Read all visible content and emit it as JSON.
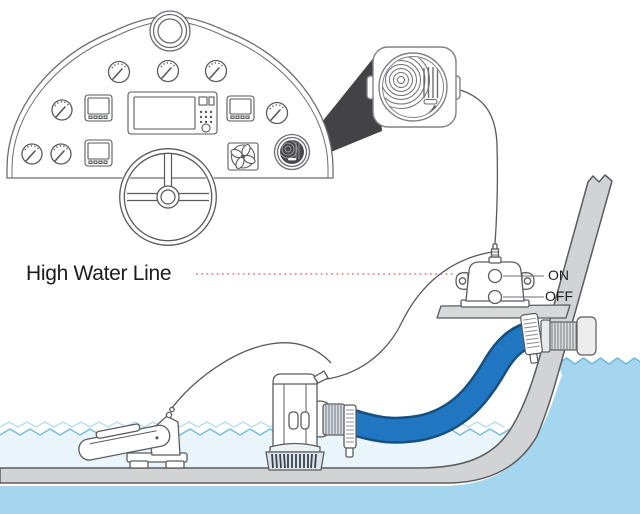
{
  "title": "Bilge pump installation diagram",
  "labels": {
    "high_water_line": "High Water Line",
    "switch_on": "ON",
    "switch_off": "OFF"
  },
  "colors": {
    "outline_gray": "#5b5c5f",
    "hull_gray": "#d2d3d5",
    "sea_water_blue": "#a5d6ef",
    "sea_wave_edge": "#70b8de",
    "bilge_water_blue": "#e9f4fb",
    "bilge_wave_edge": "#78bede",
    "hose_blue": "#2176c1",
    "hose_outline": "#17507f",
    "high_water_line_red": "#ee8d8d",
    "callout_beam_dark": "#434345",
    "label_text": "#1c1c1c"
  },
  "components": [
    "helm-console",
    "compass-pod",
    "round-gauge",
    "display-screen",
    "chartplotter-unit",
    "vent-fan",
    "steering-wheel",
    "panel-buzzer-icon",
    "buzzer-callout",
    "alarm-wire",
    "high-water-line-marker",
    "automatic-float-switch",
    "bilge-pump",
    "strainer-base",
    "discharge-hose",
    "hose-clamp",
    "thru-hull-fitting",
    "pump-switch",
    "switch-shelf",
    "hull",
    "sea-water",
    "bilge-water"
  ]
}
